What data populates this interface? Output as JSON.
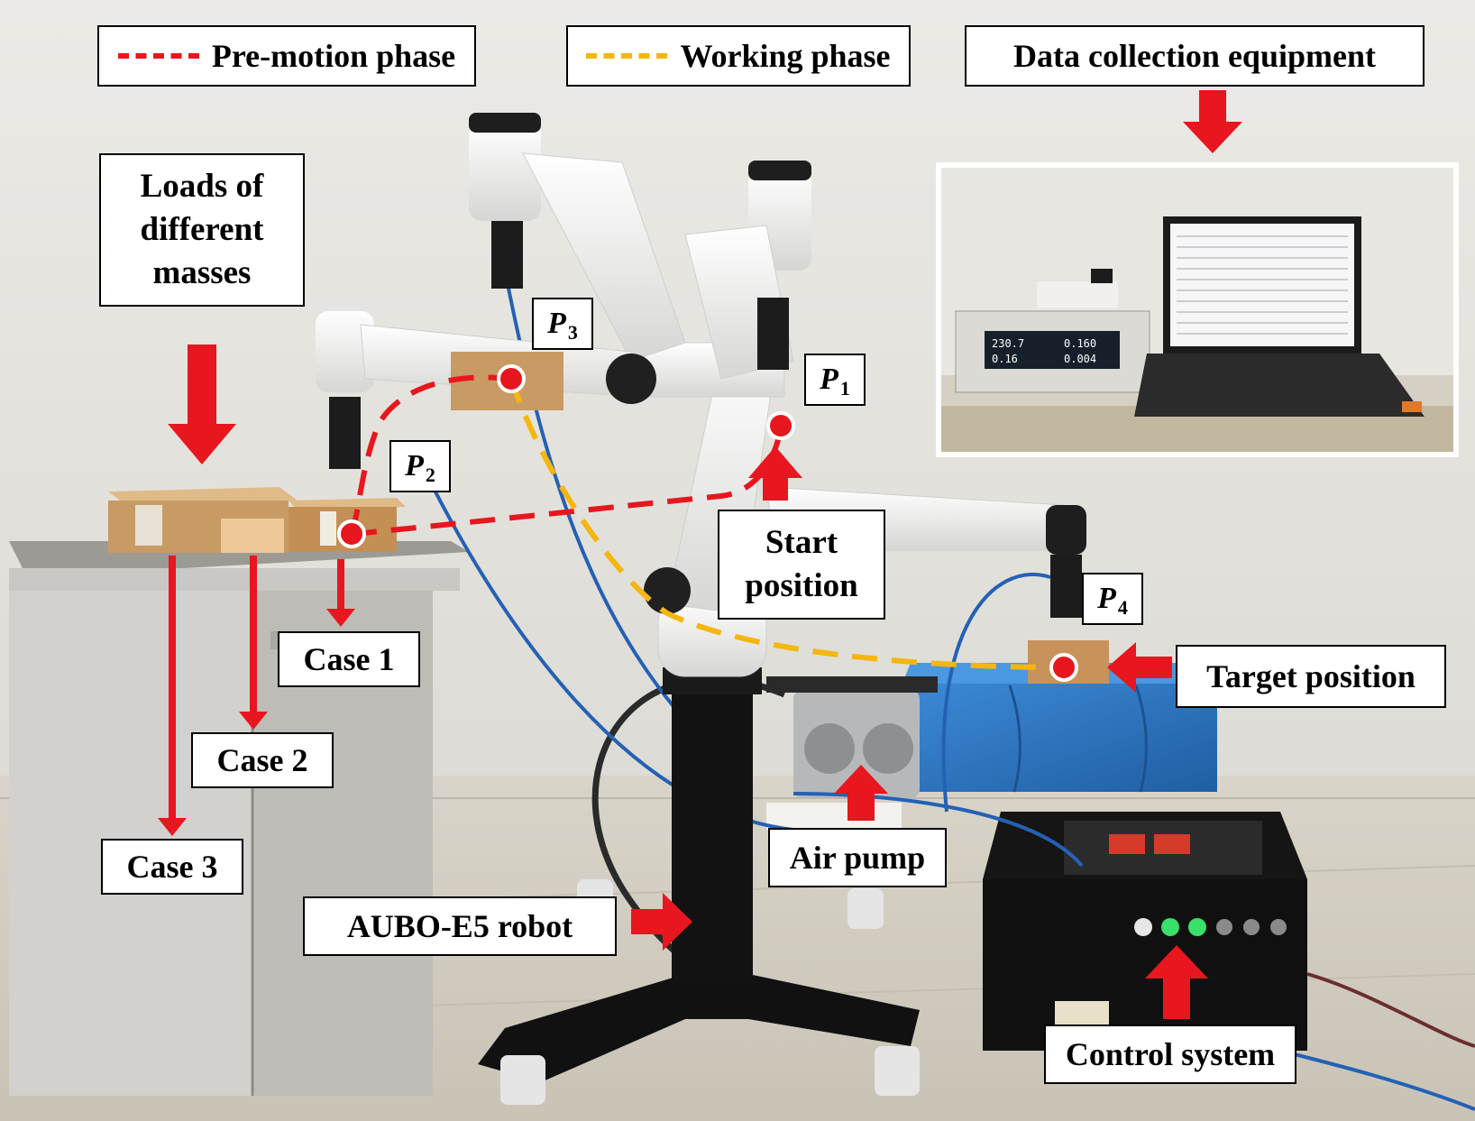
{
  "legend": {
    "pre_motion": {
      "label": "Pre-motion phase",
      "color": "#e8161e"
    },
    "working": {
      "label": "Working phase",
      "color": "#f5b60f"
    }
  },
  "labels": {
    "data_collection": "Data collection equipment",
    "loads": "Loads of different masses",
    "start_position": "Start position",
    "target_position": "Target position",
    "case1": "Case 1",
    "case2": "Case 2",
    "case3": "Case 3",
    "air_pump": "Air pump",
    "robot": "AUBO-E5 robot",
    "control_system": "Control system"
  },
  "points": {
    "p1": {
      "letter": "P",
      "sub": "1"
    },
    "p2": {
      "letter": "P",
      "sub": "2"
    },
    "p3": {
      "letter": "P",
      "sub": "3"
    },
    "p4": {
      "letter": "P",
      "sub": "4"
    }
  },
  "meter_display": {
    "v1": "230.7",
    "v2": "0.160",
    "v3": "0.16",
    "v4": "0.004"
  },
  "colors": {
    "arrow": "#e8161e",
    "point_fill": "#e8161e",
    "wall": "#e9e8e4",
    "floor": "#d8d3c8",
    "robot_white": "#f4f4f2",
    "robot_dark": "#1c1c1c",
    "box": "#c89a64",
    "table_blue": "#2a78c6"
  }
}
